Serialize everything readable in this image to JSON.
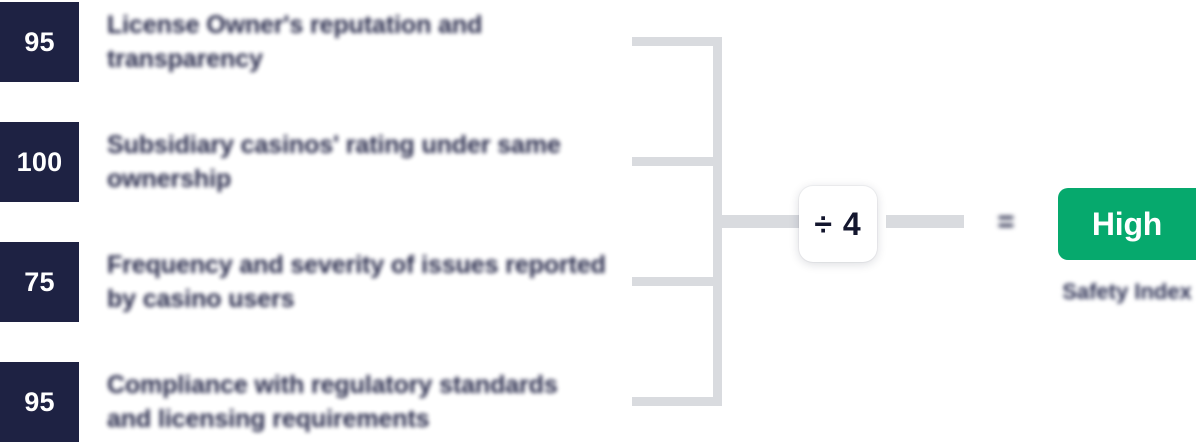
{
  "criteria": [
    {
      "score": "95",
      "label": "License Owner's reputation and transparency"
    },
    {
      "score": "100",
      "label": "Subsidiary casinos' rating under same ownership"
    },
    {
      "score": "75",
      "label": "Frequency and severity of issues reported by casino users"
    },
    {
      "score": "95",
      "label": "Compliance with regulatory standards and licensing requirements"
    }
  ],
  "operator": {
    "divide_label": "÷ 4",
    "equals_label": "="
  },
  "result": {
    "value": "High",
    "caption": "Safety Index"
  },
  "colors": {
    "score_badge_bg": "#1e2243",
    "result_badge_bg": "#06a96d",
    "connector": "#d9dbdf",
    "text": "#1e2243",
    "page_bg": "#ffffff"
  }
}
